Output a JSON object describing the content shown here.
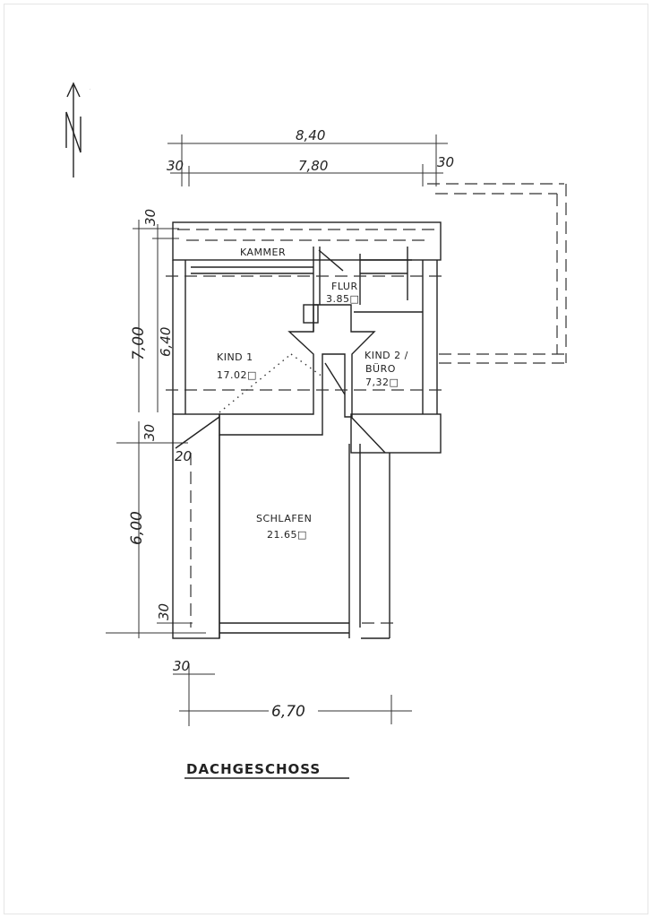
{
  "plan": {
    "title": "DACHGESCHOSS",
    "north_label": "N",
    "rooms": [
      {
        "name": "KAMMER",
        "area": ""
      },
      {
        "name": "FLUR",
        "area": "3.85□"
      },
      {
        "name": "KIND 1",
        "area": "17.02□"
      },
      {
        "name": "KIND 2 /",
        "name2": "BÜRO",
        "area": "7,32□"
      },
      {
        "name": "SCHLAFEN",
        "area": "21.65□"
      }
    ],
    "dimensions": {
      "overall_width": "8,40",
      "inner_width": "7,80",
      "wall_left_top": "30",
      "wall_right_top": "30",
      "wall_top_vertical": "30",
      "outer_height": "7,00",
      "inner_height": "6,40",
      "wall_mid_vertical": "30",
      "wall_diag": "20",
      "lower_height": "6,00",
      "wall_bottom_vertical": "30",
      "wall_bottom_horizontal": "30",
      "lower_width": "6,70"
    }
  }
}
